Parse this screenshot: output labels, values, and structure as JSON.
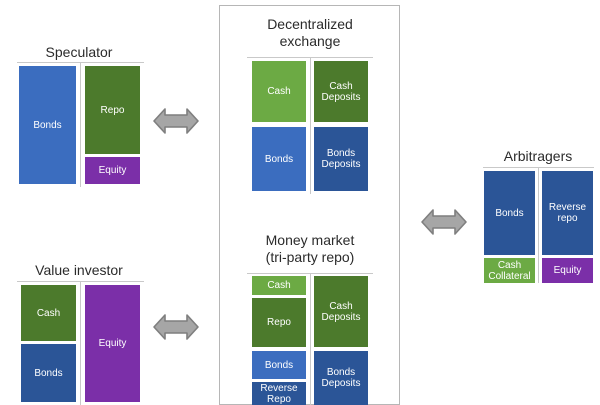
{
  "diagram": {
    "title_speculator": "Speculator",
    "title_value_investor": "Value investor",
    "title_decentralized_exchange": "Decentralized\nexchange",
    "title_money_market": "Money market\n(tri-party repo)",
    "title_arbitragers": "Arbitragers",
    "watermark": "",
    "colors": {
      "green_light": "#6CAA44",
      "green_dark": "#4C7A2C",
      "blue_light": "#3B6DBF",
      "blue_dark": "#2B5597",
      "purple": "#7B2FA8",
      "arrow_fill": "#A6A6A6",
      "arrow_stroke": "#7F7F7F",
      "divider": "#C9C9C9",
      "frame": "#B6B6B6",
      "text": "#2B2B2B"
    }
  },
  "speculator": {
    "assets": [
      {
        "label": "Bonds",
        "color": "#3B6DBF"
      }
    ],
    "liabilities": [
      {
        "label": "Repo",
        "color": "#4C7A2C"
      },
      {
        "label": "Equity",
        "color": "#7B2FA8"
      }
    ]
  },
  "value_investor": {
    "assets": [
      {
        "label": "Cash",
        "color": "#4C7A2C"
      },
      {
        "label": "Bonds",
        "color": "#2B5597"
      }
    ],
    "liabilities": [
      {
        "label": "Equity",
        "color": "#7B2FA8"
      }
    ]
  },
  "decentralized_exchange": {
    "assets": [
      {
        "label": "Cash",
        "color": "#6CAA44"
      },
      {
        "label": "Bonds",
        "color": "#3B6DBF"
      }
    ],
    "liabilities": [
      {
        "label": "Cash\nDeposits",
        "color": "#4C7A2C"
      },
      {
        "label": "Bonds\nDeposits",
        "color": "#2B5597"
      }
    ]
  },
  "money_market": {
    "assets": [
      {
        "label": "Cash",
        "color": "#6CAA44"
      },
      {
        "label": "Repo",
        "color": "#4C7A2C"
      },
      {
        "label": "Bonds",
        "color": "#3B6DBF"
      },
      {
        "label": "Reverse\nRepo",
        "color": "#2B5597"
      }
    ],
    "liabilities": [
      {
        "label": "Cash\nDeposits",
        "color": "#4C7A2C"
      },
      {
        "label": "Bonds\nDeposits",
        "color": "#2B5597"
      }
    ]
  },
  "arbitragers": {
    "assets": [
      {
        "label": "Bonds",
        "color": "#2B5597"
      },
      {
        "label": "Cash\nCollateral",
        "color": "#6CAA44"
      }
    ],
    "liabilities": [
      {
        "label": "Reverse\nrepo",
        "color": "#2B5597"
      },
      {
        "label": "Equity",
        "color": "#7B2FA8"
      }
    ]
  },
  "arrows": [
    {
      "name": "arrow-speculator-to-exchange"
    },
    {
      "name": "arrow-value-investor-to-money-market"
    },
    {
      "name": "arrow-exchange-to-arbitragers"
    }
  ]
}
